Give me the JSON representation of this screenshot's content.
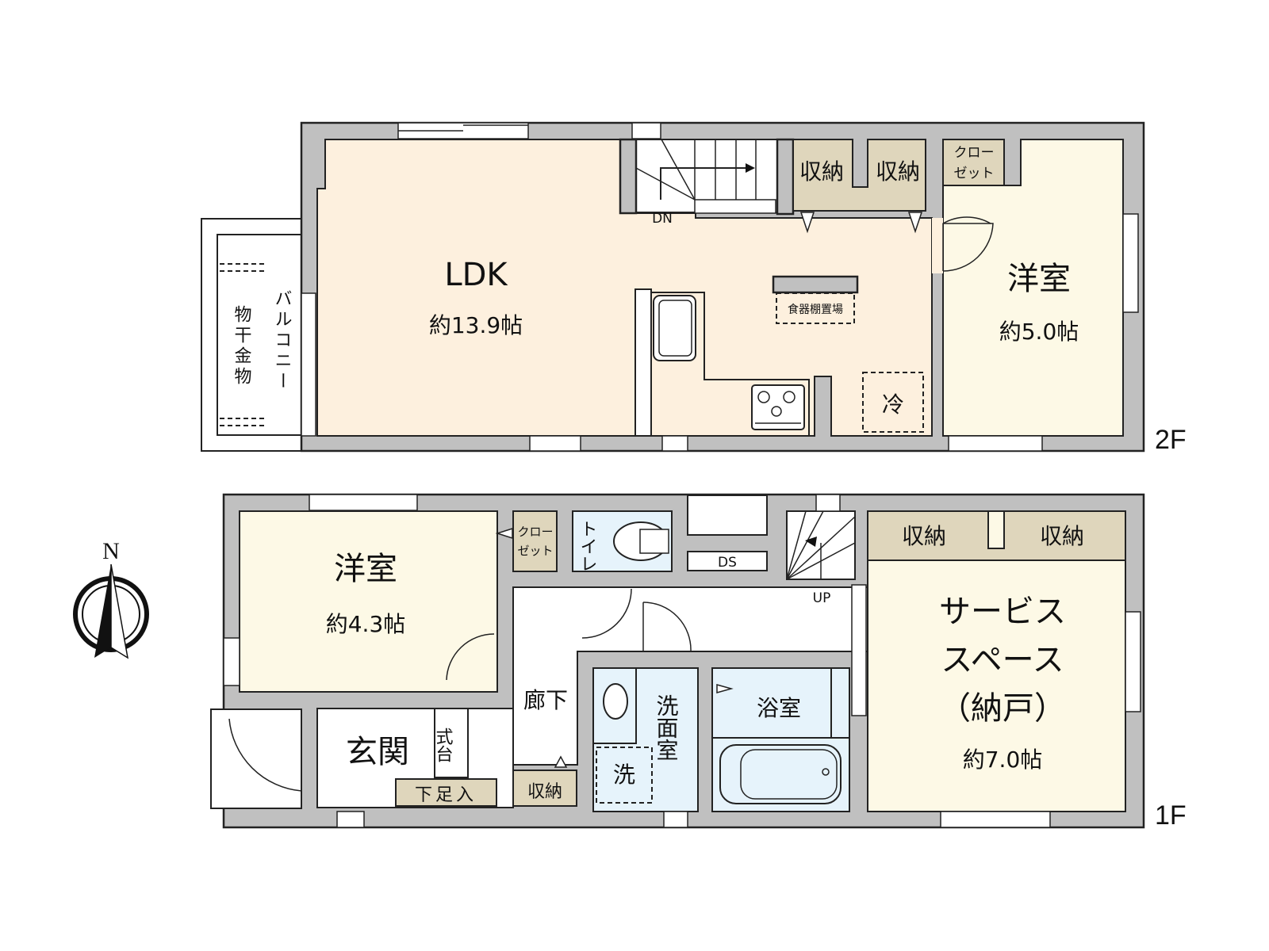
{
  "floors": [
    {
      "label": "2F",
      "rooms": [
        {
          "id": "ldk",
          "name": "LDK",
          "area": "約13.9帖"
        },
        {
          "id": "western-2f",
          "name": "洋室",
          "area": "約5.0帖"
        },
        {
          "id": "storage-2f-1",
          "name": "収納"
        },
        {
          "id": "storage-2f-2",
          "name": "収納"
        },
        {
          "id": "closet-2f",
          "name_line1": "クロー",
          "name_line2": "ゼット"
        },
        {
          "id": "balcony",
          "name": "バルコニー",
          "note": "物干金物"
        }
      ],
      "fixtures": {
        "stairs_label": "DN",
        "cupboard_label": "食器棚置場",
        "fridge_label": "冷"
      }
    },
    {
      "label": "1F",
      "rooms": [
        {
          "id": "western-1f",
          "name": "洋室",
          "area": "約4.3帖"
        },
        {
          "id": "closet-1f",
          "name_line1": "クロー",
          "name_line2": "ゼット"
        },
        {
          "id": "toilet",
          "name": "トイレ"
        },
        {
          "id": "ds",
          "name": "DS"
        },
        {
          "id": "service-space",
          "name_line1": "サービス",
          "name_line2": "スペース",
          "name_line3": "（納戸）",
          "area": "約7.0帖"
        },
        {
          "id": "storage-1f-1",
          "name": "収納"
        },
        {
          "id": "storage-1f-2",
          "name": "収納"
        },
        {
          "id": "hallway",
          "name": "廊下"
        },
        {
          "id": "washroom",
          "name": "洗面室"
        },
        {
          "id": "bathroom",
          "name": "浴室"
        },
        {
          "id": "entrance",
          "name": "玄関"
        },
        {
          "id": "shikidai",
          "name": "式台"
        },
        {
          "id": "shoe-box",
          "name": "下足入"
        },
        {
          "id": "storage-1f-3",
          "name": "収納"
        }
      ],
      "fixtures": {
        "stairs_label": "UP",
        "washer_label": "洗"
      }
    }
  ],
  "compass": {
    "label": "N"
  },
  "colors": {
    "wall": "#c0c0c0",
    "ldk": "#fdf0de",
    "western": "#fdf9e6",
    "storage": "#dfd6bc",
    "wet": "#e6f3fb"
  }
}
